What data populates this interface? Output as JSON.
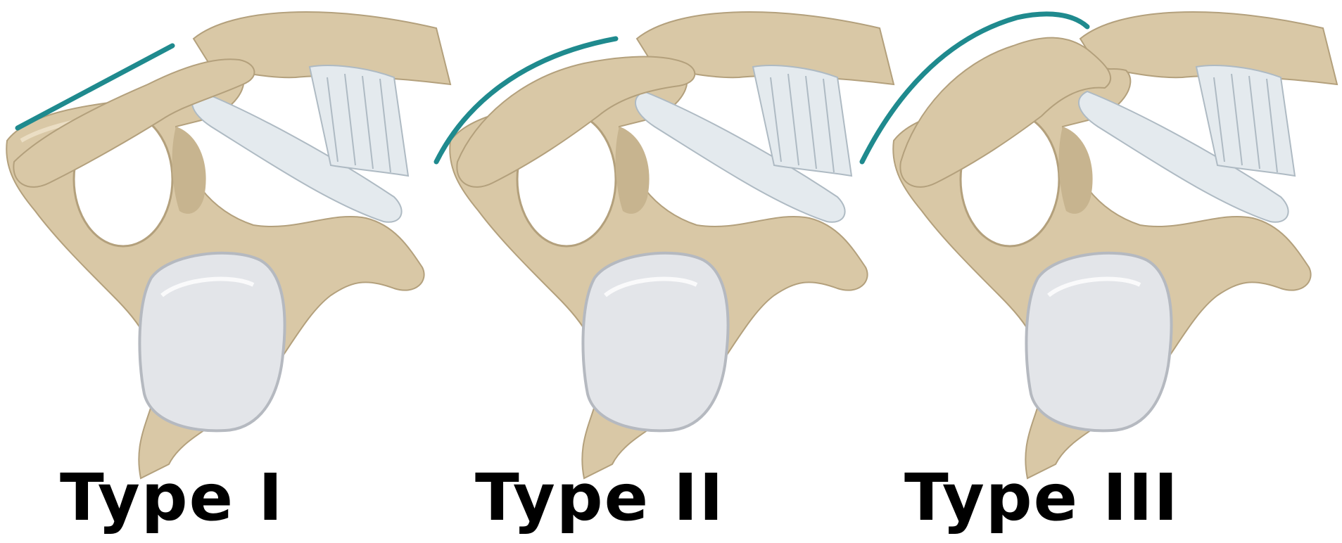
{
  "panels": [
    {
      "label": "Type I",
      "acromion_shape": "flat"
    },
    {
      "label": "Type II",
      "acromion_shape": "curved"
    },
    {
      "label": "Type III",
      "acromion_shape": "hooked"
    }
  ],
  "colors": {
    "bone": "#d9c8a6",
    "bone_shadow": "#b3a07c",
    "bone_highlight": "#efe4cc",
    "ligament": "#e4eaee",
    "ligament_shadow": "#aebac3",
    "glenoid": "#e3e5e9",
    "glenoid_rim": "#b5b9c0",
    "outline_accent": "#1f8a8e",
    "label_text": "#000000",
    "background": "#ffffff"
  }
}
